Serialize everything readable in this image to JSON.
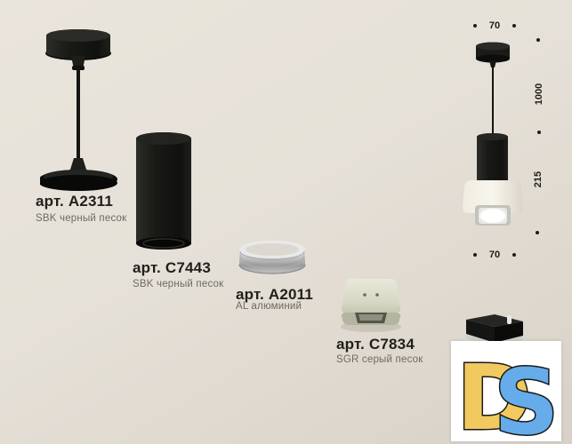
{
  "products": [
    {
      "article": "арт. A2311",
      "finish": "SBK черный песок"
    },
    {
      "article": "арт. C7443",
      "finish": "SBK черный песок"
    },
    {
      "article": "арт. A2011",
      "finish": "AL алюминий"
    },
    {
      "article": "арт. C7834",
      "finish": "SGR серый песок"
    }
  ],
  "dimensions": {
    "top_width": "70",
    "suspension_length": "1000",
    "fixture_height": "215",
    "bottom_width": "70"
  },
  "logo": {
    "letter_d": "D",
    "letter_s": "S",
    "d_color": "#f2c95f",
    "s_color": "#66abea",
    "outline": "#1a1a1a"
  },
  "colors": {
    "background_top": "#eae5dc",
    "background_bottom": "#d8d1c7",
    "black_sand_finish": "#1b1b18",
    "aluminium": "#c9c9c9",
    "grey_sand": "#d9d9c8",
    "title_text": "#21201d",
    "subtitle_text": "#6e6a61"
  }
}
